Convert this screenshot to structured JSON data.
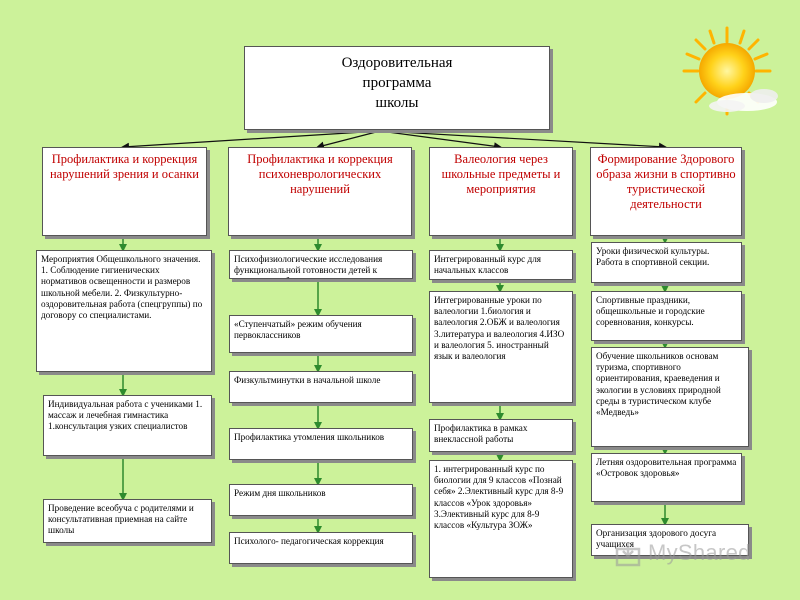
{
  "root": {
    "line1": "Оздоровительная",
    "line2": "программа",
    "line3": "школы"
  },
  "columns": [
    {
      "header": "Профилактика и коррекция нарушений зрения и осанки",
      "items": [
        "Мероприятия Общешкольного значения. 1. Соблюдение гигиенических нормативов освещенности и размеров школьной мебели. 2. Физкультурно-оздоровительная работа (спецгруппы) по договору со специалистами.",
        "Индивидуальная работа с учениками 1. массаж и лечебная гимнастика 1.консультация узких специалистов",
        "Проведение всеобуча с родителями и консультативная приемная на сайте школы"
      ]
    },
    {
      "header": "Профилактика и коррекция психоневрологических нарушений",
      "items": [
        "Психофизиологические исследования функциональной готовности детей к школьному обучению",
        "«Ступенчатый» режим обучения первоклассников",
        "Физкультминутки в начальной школе",
        "Профилактика утомления школьников",
        "Режим дня школьников",
        "Психолого- педагогическая коррекция"
      ]
    },
    {
      "header": "Валеология через школьные предметы и мероприятия",
      "items": [
        "Интегрированный курс для начальных классов",
        "Интегрированные уроки по валеологии 1.биология и валеология 2.ОБЖ и валеология 3.литература и валеология 4.ИЗО и валеология 5. иностранный язык и валеология",
        "Профилактика в рамках внеклассной работы",
        "1. интегрированный курс по биологии для 9 классов «Познай себя» 2.Элективный курс для 8-9 классов «Урок здоровья» 3.Элективный курс для 8-9 классов «Культура ЗОЖ»"
      ]
    },
    {
      "header": "Формирование Здорового образа жизни в спортивно туристической деятельности",
      "items": [
        "Уроки физической культуры. Работа в спортивной секции.",
        "Спортивные праздники, общешкольные и городские соревнования, конкурсы.",
        "Обучение школьников основам туризма, спортивного ориентирования, краеведения и экологии в условиях природной среды в туристическом клубе «Медведь»",
        "Летняя оздоровительная программа «Островок здоровья»",
        "Организация здорового досуга учащихся"
      ]
    }
  ],
  "watermark": "MyShared",
  "icons": [
    "sun-icon",
    "myshared-logo-icon"
  ],
  "colors": {
    "background": "#ccf29a",
    "header_text": "#c00000",
    "arrow": "#2e8b2e"
  }
}
